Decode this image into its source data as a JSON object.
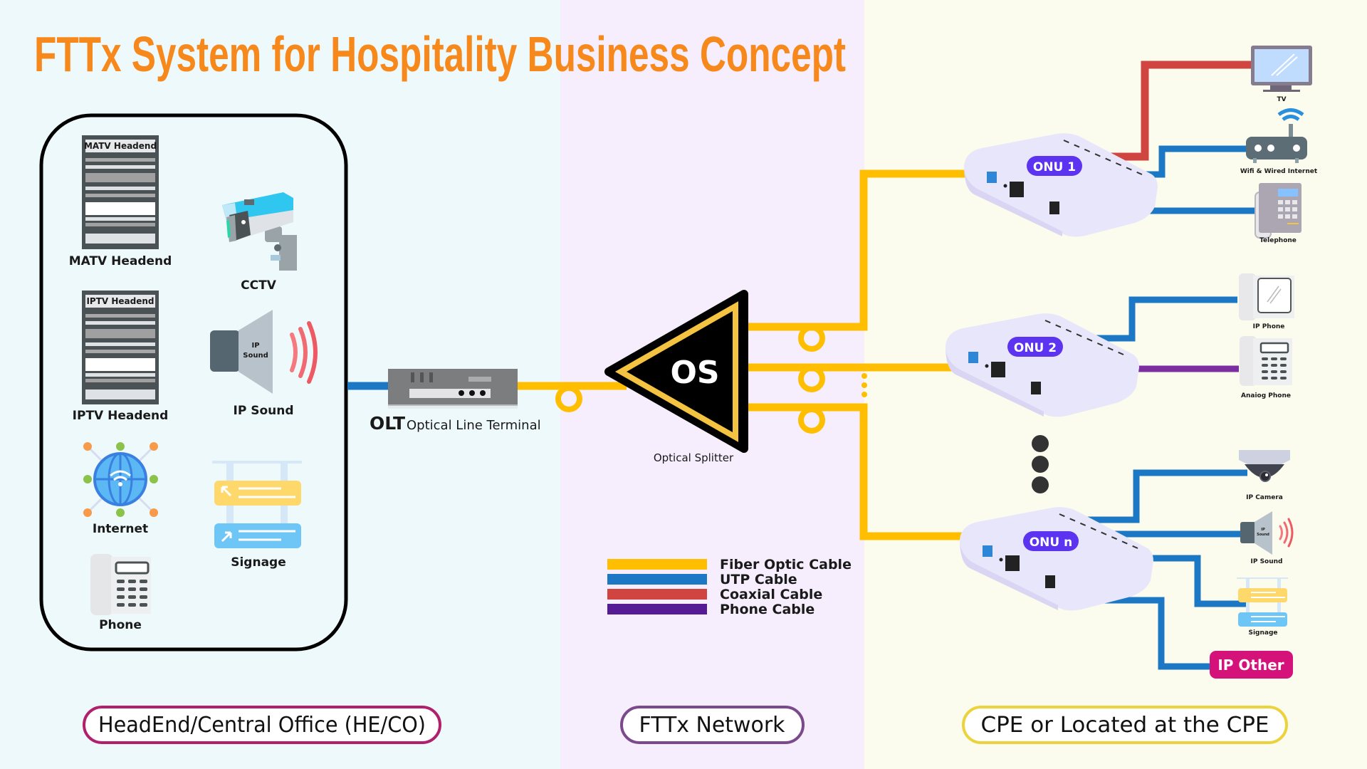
{
  "title": "FTTx System for Hospitality Business Concept",
  "colors": {
    "title": "#f7891c",
    "fiber": "#ffbf00",
    "utp": "#1c78c4",
    "coaxial": "#d14540",
    "phone": "#6c2a9c",
    "onu_badge": "#5b33f0",
    "ip_other": "#d4127a",
    "bg_headend": "#eef9fb",
    "bg_network": "#f6eefc",
    "bg_cpe": "#fbfcee"
  },
  "headend": {
    "items": [
      {
        "label": "MATV Headend",
        "rack_label": "MATV Headend",
        "icon": "server-rack-icon"
      },
      {
        "label": "CCTV",
        "icon": "cctv-camera-icon"
      },
      {
        "label": "IPTV Headend",
        "rack_label": "IPTV Headend",
        "icon": "server-rack-icon"
      },
      {
        "label": "IP Sound",
        "speaker_text_1": "IP",
        "speaker_text_2": "Sound",
        "icon": "speaker-icon"
      },
      {
        "label": "Internet",
        "icon": "globe-wifi-icon"
      },
      {
        "label": "Signage",
        "icon": "signage-icon"
      },
      {
        "label": "Phone",
        "icon": "desk-phone-icon"
      }
    ]
  },
  "olt": {
    "abbr": "OLT",
    "label": "Optical Line Terminal"
  },
  "splitter": {
    "abbr": "OS",
    "label": "Optical Splitter"
  },
  "onus": [
    {
      "label": "ONU 1"
    },
    {
      "label": "ONU 2"
    },
    {
      "label": "ONU n"
    }
  ],
  "cpe": {
    "onu1": [
      {
        "label": "TV",
        "cable": "coaxial"
      },
      {
        "label": "Wifi & Wired Internet",
        "cable": "utp"
      },
      {
        "label": "Telephone",
        "cable": "utp"
      }
    ],
    "onu2": [
      {
        "label": "IP Phone",
        "cable": "utp"
      },
      {
        "label": "Anaiog Phone",
        "cable": "phone"
      }
    ],
    "onun": [
      {
        "label": "IP Camera",
        "cable": "utp"
      },
      {
        "label": "IP Sound",
        "speaker_text_1": "IP",
        "speaker_text_2": "Sound",
        "cable": "utp"
      },
      {
        "label": "Signage",
        "cable": "utp"
      },
      {
        "label": "IP Other",
        "cable": "utp"
      }
    ]
  },
  "legend": [
    {
      "label": "Fiber Optic Cable",
      "color": "#ffbf00"
    },
    {
      "label": "UTP Cable",
      "color": "#1c78c4"
    },
    {
      "label": "Coaxial Cable",
      "color": "#d14540"
    },
    {
      "label": "Phone Cable",
      "color": "#561a94"
    }
  ],
  "sections": [
    {
      "label": "HeadEnd/Central Office (HE/CO)",
      "border": "#b0206c"
    },
    {
      "label": "FTTx Network",
      "border": "#7a4a8c"
    },
    {
      "label": "CPE or Located at the CPE",
      "border": "#ecd23c"
    }
  ]
}
